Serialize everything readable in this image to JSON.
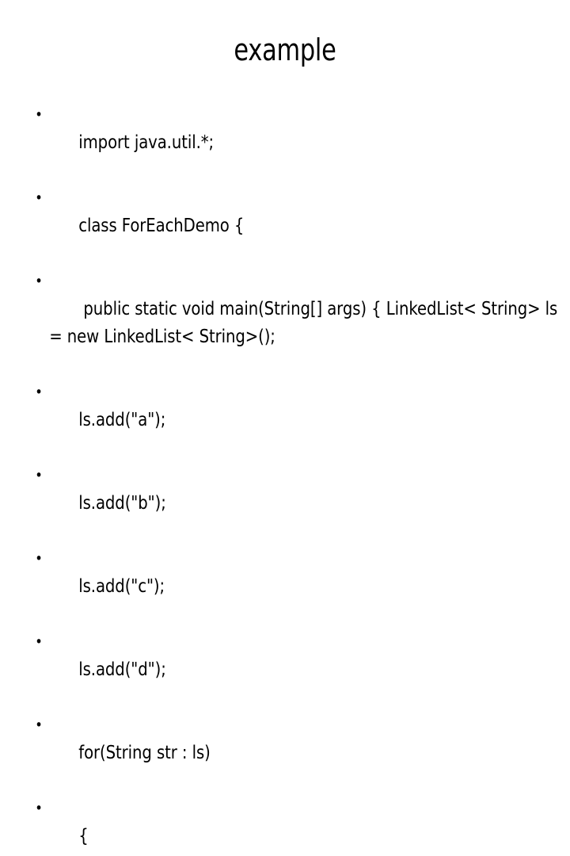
{
  "slide": {
    "title": "example",
    "background_color": "#ffffff",
    "text_color": "#000000",
    "bullets": [
      {
        "text": "import java.util.*;"
      },
      {
        "text": "class ForEachDemo {"
      },
      {
        "text": " public static void main(String[] args) { LinkedList< String> ls = new LinkedList< String>();"
      },
      {
        "text": "ls.add(\"a\");"
      },
      {
        "text": "ls.add(\"b\");"
      },
      {
        "text": "ls.add(\"c\");"
      },
      {
        "text": "ls.add(\"d\");"
      },
      {
        "text": "for(String str : ls)"
      },
      {
        "text": "{"
      }
    ]
  }
}
